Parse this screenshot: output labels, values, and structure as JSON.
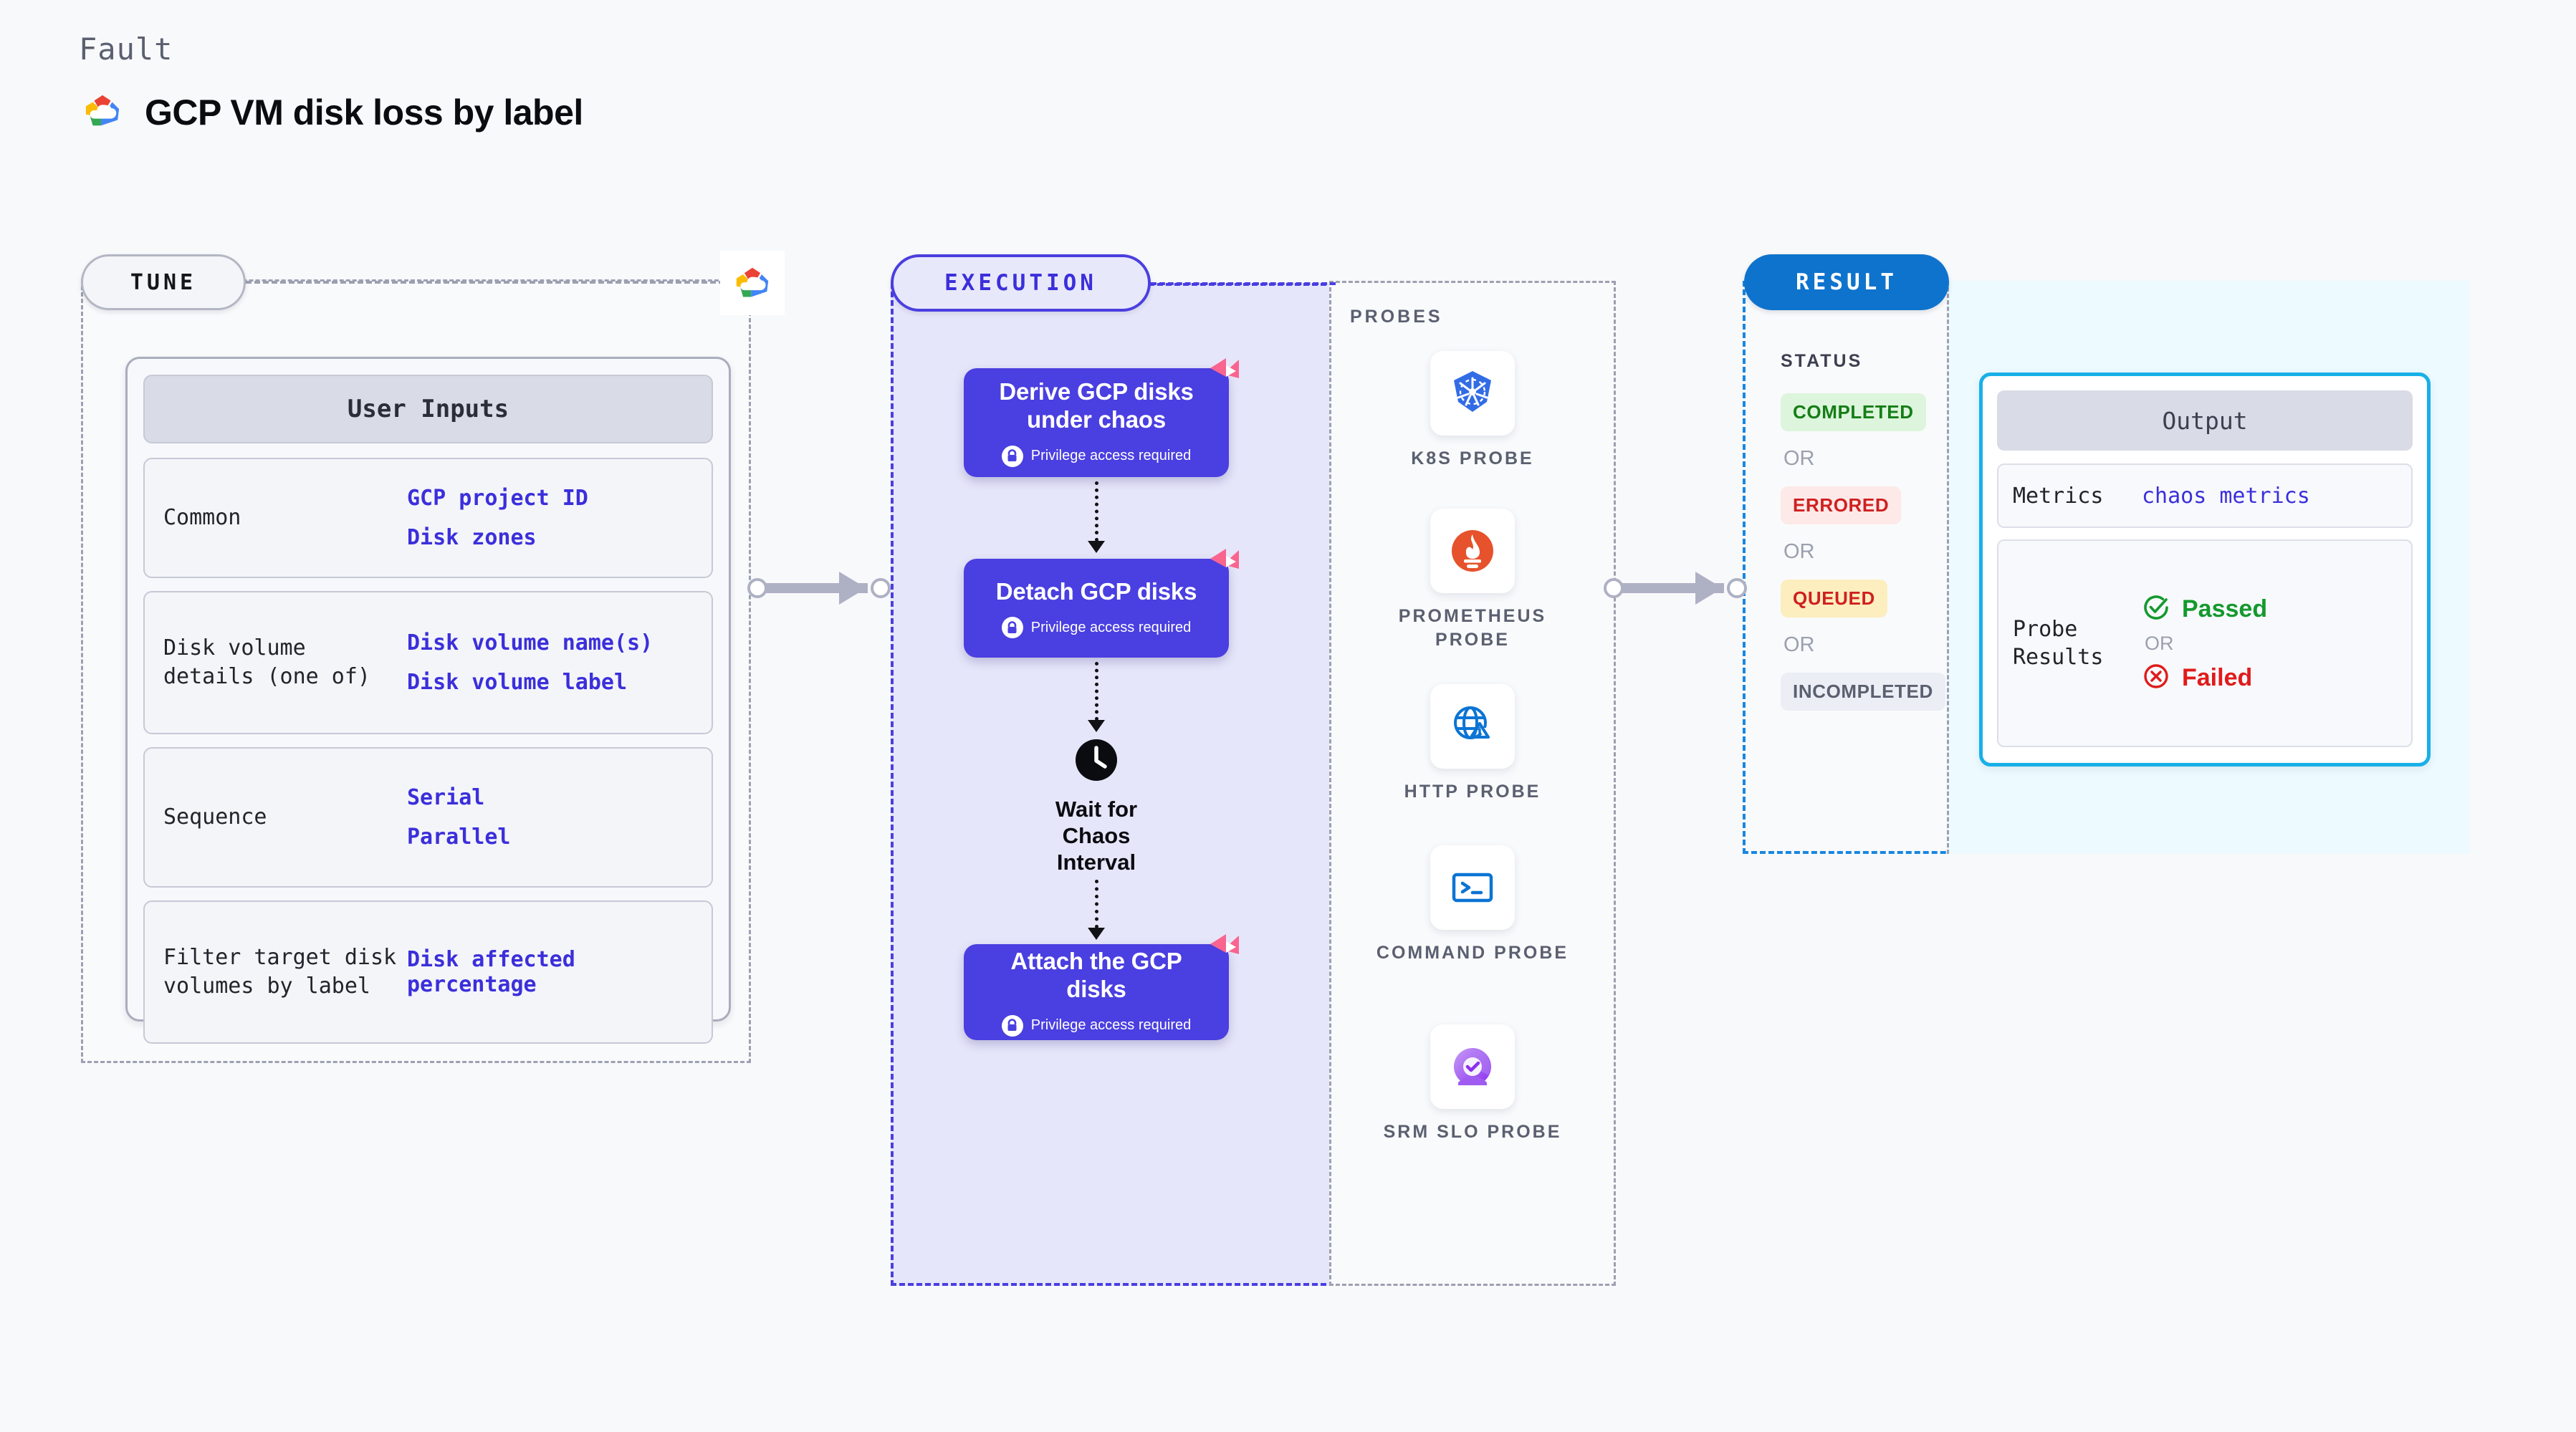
{
  "header": {
    "eyebrow": "Fault",
    "title": "GCP VM disk loss by label",
    "logo_icon": "gcp-logo-icon"
  },
  "tune": {
    "pill_label": "TUNE",
    "badge_icon": "gcp-logo-icon",
    "card_title": "User Inputs",
    "rows": [
      {
        "key": "Common",
        "values": [
          "GCP project ID",
          "Disk zones"
        ]
      },
      {
        "key": "Disk volume details (one of)",
        "values": [
          "Disk volume name(s)",
          "Disk volume label"
        ]
      },
      {
        "key": "Sequence",
        "values": [
          "Serial",
          "Parallel"
        ]
      },
      {
        "key": "Filter target disk volumes by label",
        "values": [
          "Disk affected percentage"
        ]
      }
    ]
  },
  "execution": {
    "pill_label": "EXECUTION",
    "privilege_note": "Privilege access required",
    "steps": [
      {
        "title": "Derive GCP disks under chaos",
        "privileged": true,
        "badge_icon": "litmus-chaos-icon"
      },
      {
        "title": "Detach GCP disks",
        "privileged": true,
        "badge_icon": "litmus-chaos-icon"
      },
      {
        "title": "Attach the GCP disks",
        "privileged": true,
        "badge_icon": "litmus-chaos-icon"
      }
    ],
    "wait_node": {
      "label": "Wait for Chaos Interval",
      "icon": "clock-icon"
    }
  },
  "probes": {
    "section_label": "PROBES",
    "items": [
      {
        "label": "K8S PROBE",
        "icon": "kubernetes-icon"
      },
      {
        "label": "PROMETHEUS PROBE",
        "icon": "prometheus-icon"
      },
      {
        "label": "HTTP PROBE",
        "icon": "http-globe-icon"
      },
      {
        "label": "COMMAND PROBE",
        "icon": "terminal-icon"
      },
      {
        "label": "SRM SLO PROBE",
        "icon": "srm-slo-icon"
      }
    ]
  },
  "result": {
    "pill_label": "RESULT",
    "status_title": "STATUS",
    "or_label": "OR",
    "statuses": [
      {
        "label": "COMPLETED",
        "bg": "#dcf5dc",
        "fg": "#167d16"
      },
      {
        "label": "ERRORED",
        "bg": "#fde9e7",
        "fg": "#cf2020"
      },
      {
        "label": "QUEUED",
        "bg": "#fdeebf",
        "fg": "#cf2020"
      },
      {
        "label": "INCOMPLETED",
        "bg": "#eceef5",
        "fg": "#5b6070"
      }
    ],
    "output": {
      "title": "Output",
      "metrics_key": "Metrics",
      "metrics_value": "chaos metrics",
      "probe_key": "Probe Results",
      "passed_label": "Passed",
      "failed_label": "Failed",
      "or_label": "OR",
      "passed_icon": "check-circle-icon",
      "failed_icon": "x-circle-icon"
    }
  },
  "colors": {
    "accent_purple": "#4a3fe0",
    "accent_blue": "#0e73cd",
    "output_border": "#19b0e8",
    "pink": "#f9658f",
    "link_text": "#3b2fdb"
  }
}
